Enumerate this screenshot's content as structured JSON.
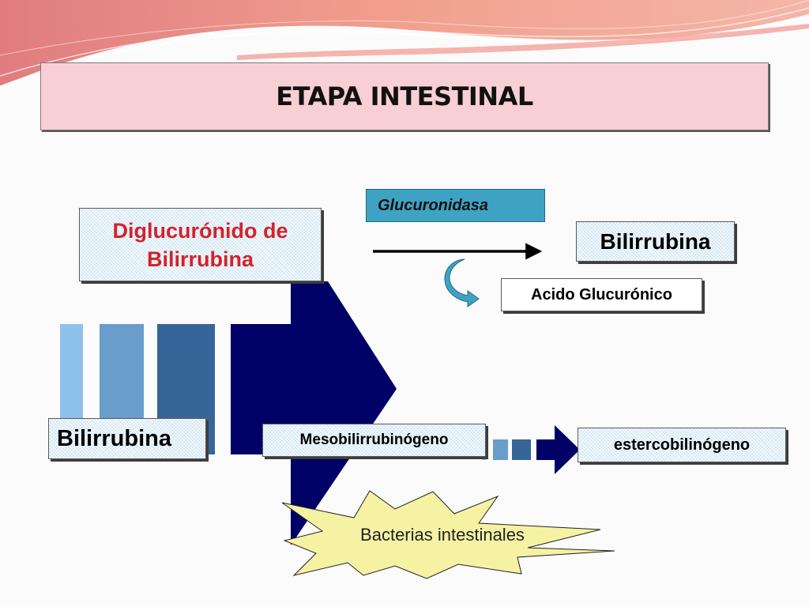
{
  "title": "ETAPA INTESTINAL",
  "nodes": {
    "diglucuronido": [
      "Diglucurónido de",
      "Bilirrubina"
    ],
    "glucuronidasa": "Glucuronidasa",
    "bilirrubina_top": "Bilirrubina",
    "acido_glucuronico": "Acido Glucurónico",
    "bilirrubina_left": "Bilirrubina",
    "mesobilirrubinogeno": "Mesobilirrubinógeno",
    "estercobilinogeno": "estercobilinógeno",
    "bacterias": "Bacterias intestinales"
  },
  "colors": {
    "title_fill": "#f8cfd5",
    "diglucuronido_text": "#d3232a",
    "glucuronidasa_fill": "#3ea3c2",
    "big_arrow": "#000066",
    "stripe_light": "#8ec0ec",
    "stripe_mid": "#6a9ccc",
    "stripe_dark": "#366699",
    "starburst_fill": "#f6f2a4",
    "header_wave": "#e4767a"
  }
}
